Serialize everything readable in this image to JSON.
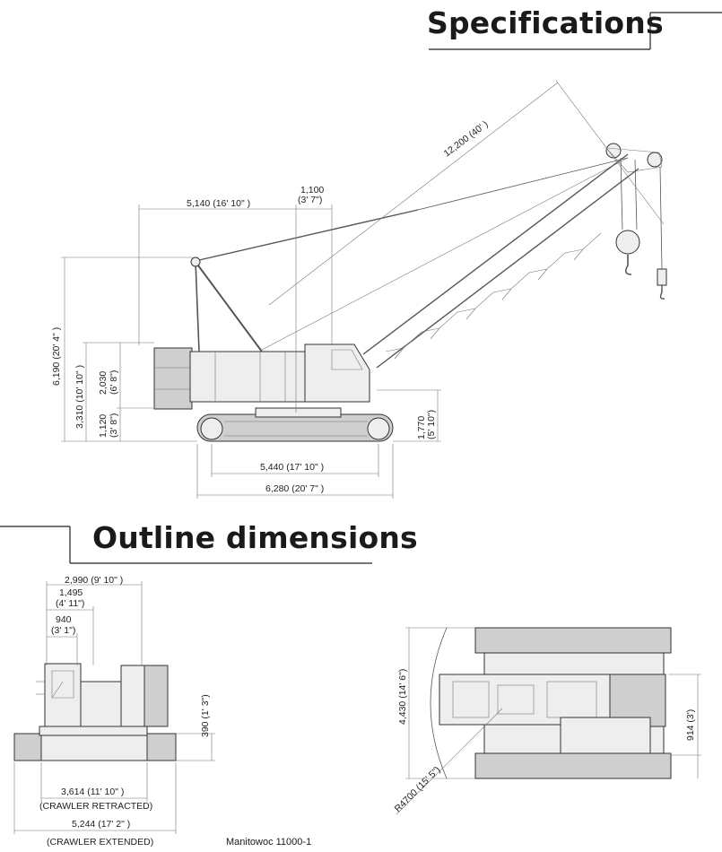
{
  "headings": {
    "specifications": "Specifications",
    "outline": "Outline dimensions"
  },
  "side_view": {
    "dims": {
      "boom_length": "12,200 (40' )",
      "front_tip_1": "1,100",
      "front_tip_2": "(3' 7\")",
      "rear_radius": "5,140 (16' 10\" )",
      "height_total": "6,190 (20' 4\" )",
      "height_cab": "3,310 (10' 10\" )",
      "height_body_1": "2,030",
      "height_body_2": "(6' 8\")",
      "clearance_1": "1,120",
      "clearance_2": "(3' 8\")",
      "track_height_1": "1,770",
      "track_height_2": "(5' 10\")",
      "tumbler": "5,440 (17' 10\" )",
      "track_length": "6,280 (20' 7\" )"
    }
  },
  "rear_view": {
    "dims": {
      "width_upper": "2,990 (9' 10\" )",
      "half_width_1": "1,495",
      "half_width_2": "(4' 11\")",
      "offset_1": "940",
      "offset_2": "(3' 1\")",
      "ground_clear": "390 (1' 3\")",
      "retracted_val": "3,614 (11' 10\" )",
      "retracted_cap": "(CRAWLER RETRACTED)",
      "extended_val": "5,244 (17' 2\" )",
      "extended_cap": "(CRAWLER EXTENDED)"
    }
  },
  "top_view": {
    "dims": {
      "length": "4,430 (14' 6\")",
      "offset": "914 (3')",
      "radius": "R4700 (15' 5\")"
    }
  },
  "model": "Manitowoc 11000-1"
}
